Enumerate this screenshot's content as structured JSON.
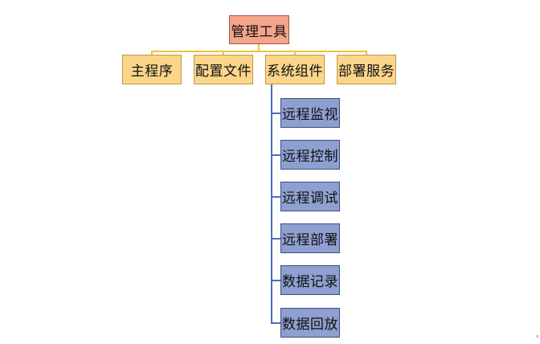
{
  "colors": {
    "root_fill": "#f4a48a",
    "level1_fill": "#fbd58a",
    "level2_fill": "#8e9fd0",
    "connector_top": "#f0c232",
    "connector_children": "#4a6dbf"
  },
  "root": {
    "label": "管理工具"
  },
  "level1": [
    {
      "label": "主程序"
    },
    {
      "label": "配置文件"
    },
    {
      "label": "系统组件"
    },
    {
      "label": "部署服务"
    }
  ],
  "children": [
    {
      "label": "远程监视"
    },
    {
      "label": "远程控制"
    },
    {
      "label": "远程调试"
    },
    {
      "label": "远程部署"
    },
    {
      "label": "数据记录"
    },
    {
      "label": "数据回放"
    }
  ]
}
